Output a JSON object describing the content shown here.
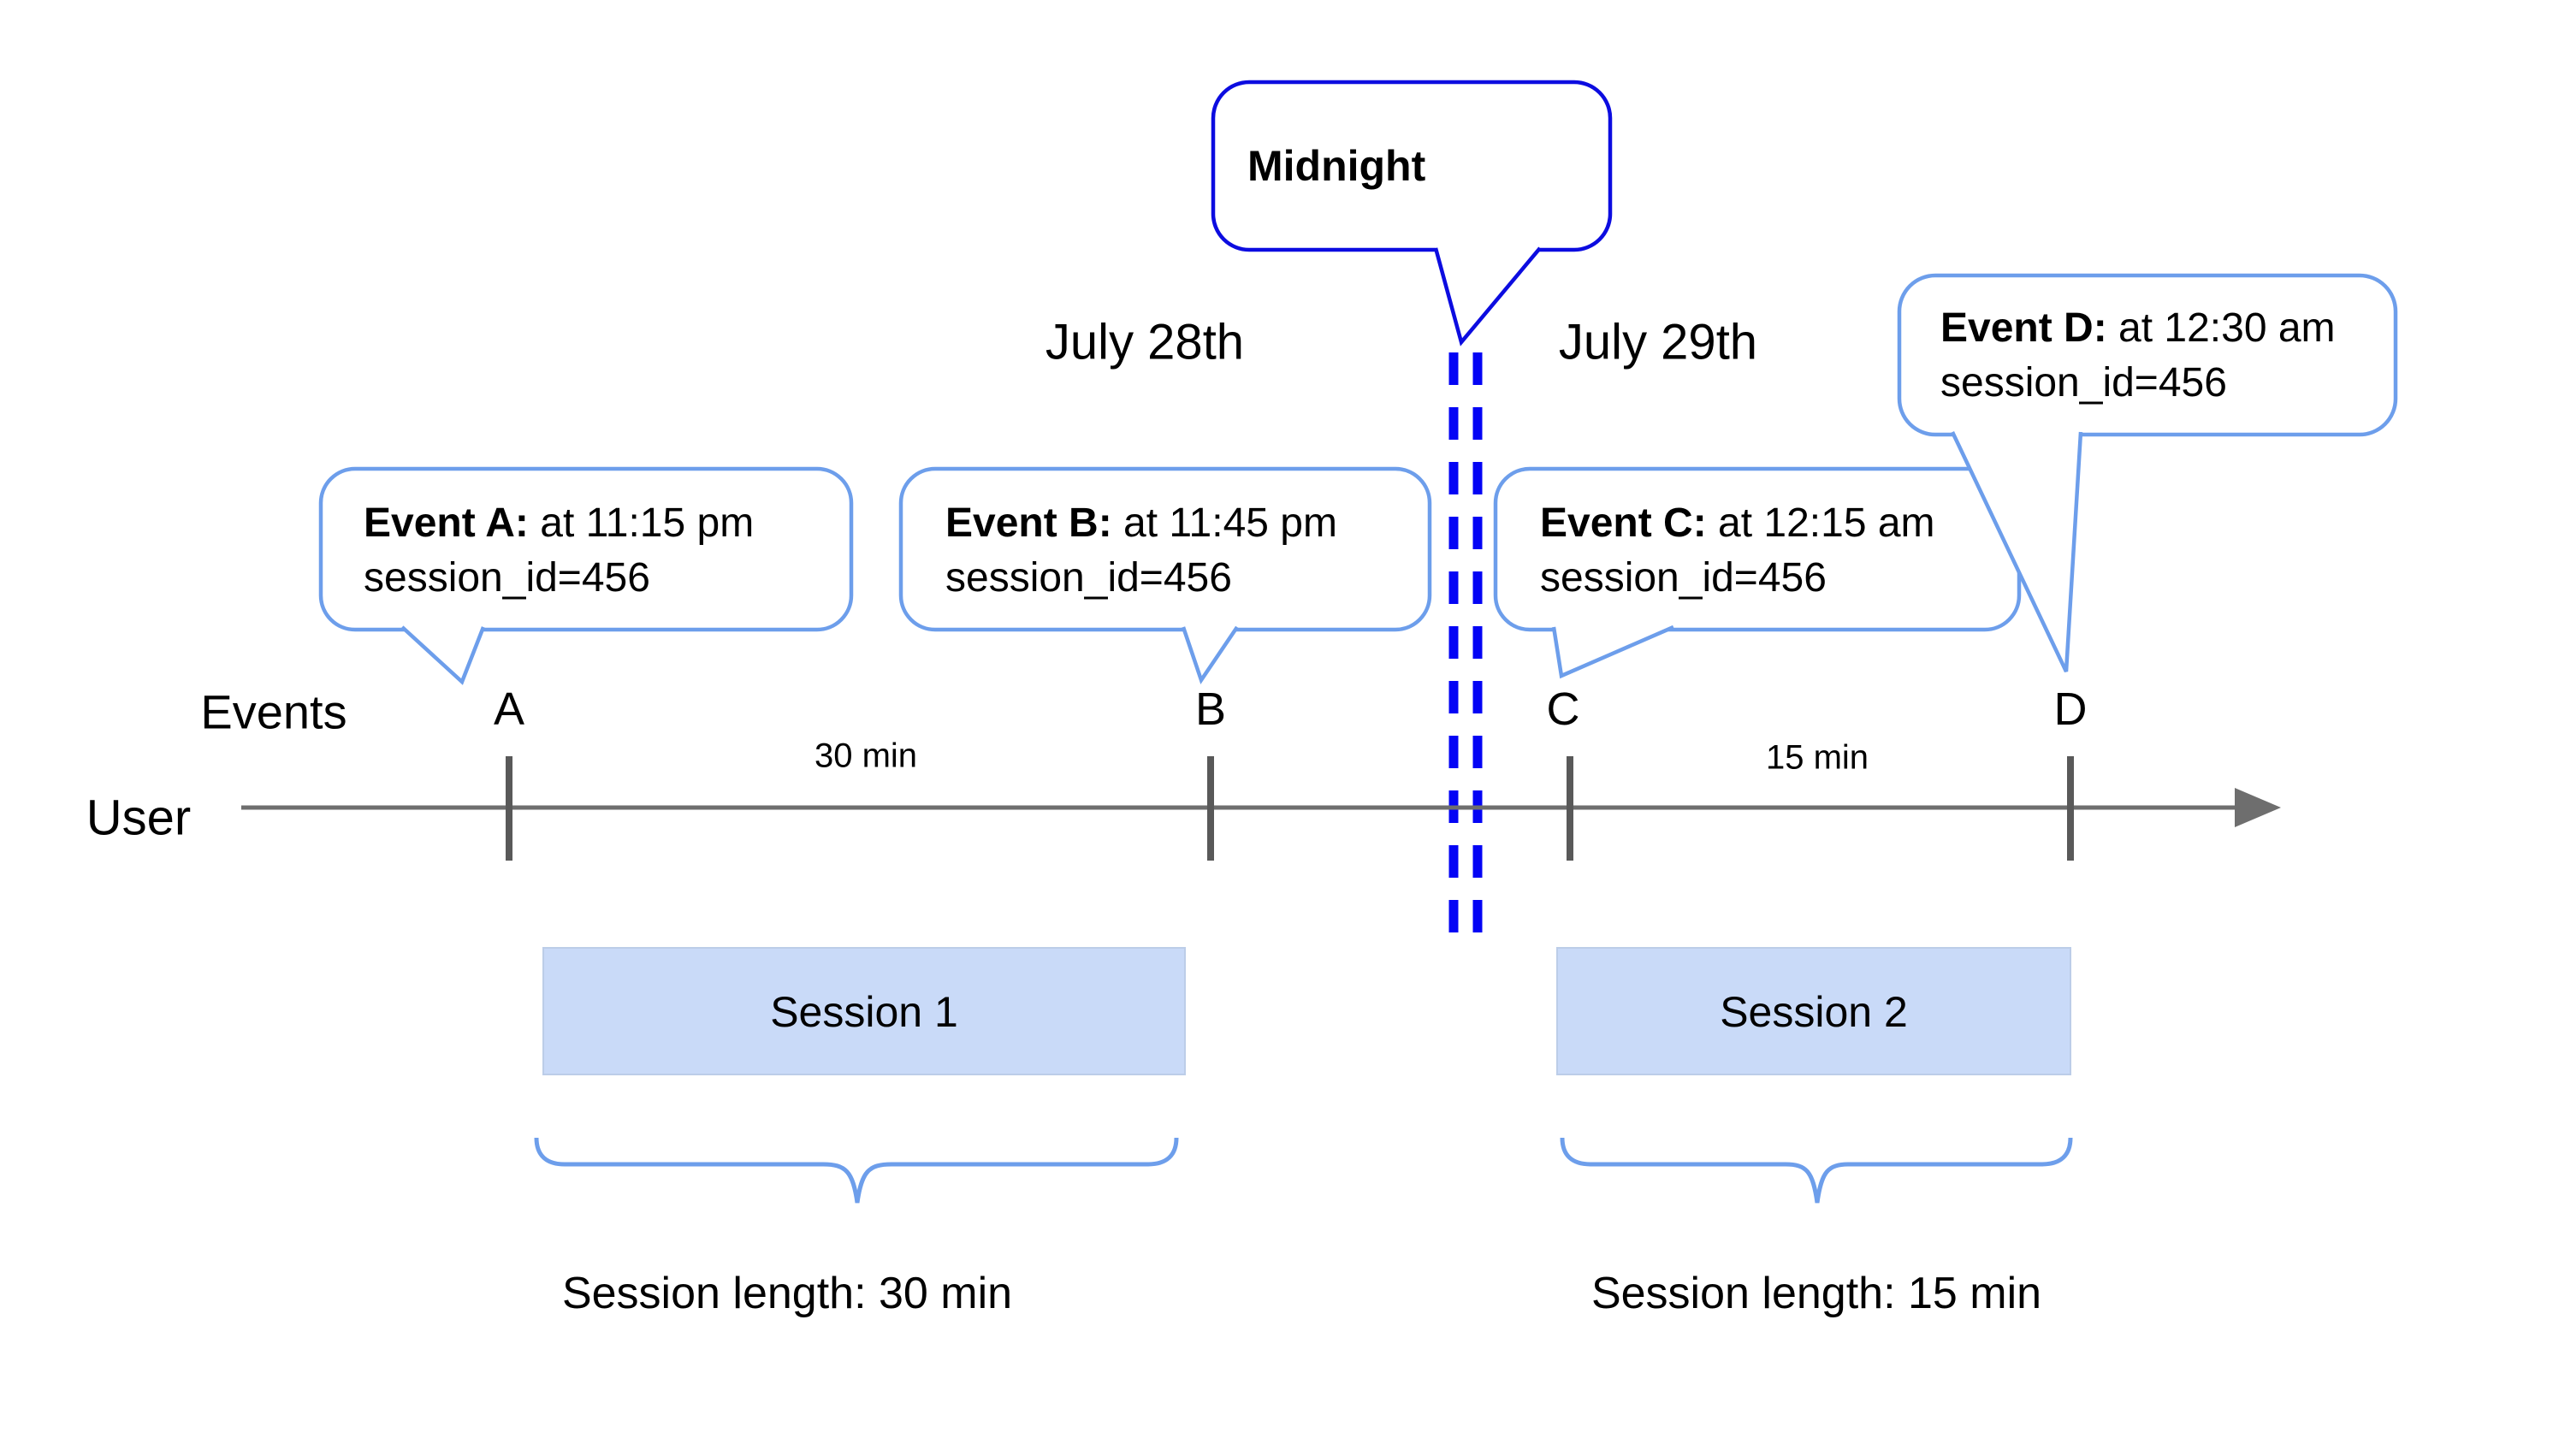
{
  "midnight": {
    "label": "Midnight"
  },
  "dates": {
    "before": "July 28th",
    "after": "July 29th"
  },
  "axis": {
    "events_label": "Events",
    "user_label": "User"
  },
  "events": [
    {
      "letter": "A",
      "callout_bold": "Event A:",
      "callout_rest": " at 11:15 pm",
      "callout_line2": "session_id=456"
    },
    {
      "letter": "B",
      "callout_bold": "Event B:",
      "callout_rest": " at 11:45 pm",
      "callout_line2": "session_id=456"
    },
    {
      "letter": "C",
      "callout_bold": "Event C:",
      "callout_rest": " at 12:15 am",
      "callout_line2": "session_id=456"
    },
    {
      "letter": "D",
      "callout_bold": "Event D:",
      "callout_rest": " at 12:30 am",
      "callout_line2": "session_id=456"
    }
  ],
  "intervals": {
    "ab": "30 min",
    "cd": "15 min"
  },
  "sessions": [
    {
      "label": "Session 1",
      "length_label": "Session length: 30 min"
    },
    {
      "label": "Session 2",
      "length_label": "Session length: 15 min"
    }
  ],
  "colors": {
    "midnight_blue": "#0c0ce0",
    "dash_blue": "#0404f5",
    "callout_blue": "#6d9eeb",
    "session_fill": "#c9daf8",
    "axis_gray": "#6e6e6e",
    "tick_gray": "#595959"
  }
}
